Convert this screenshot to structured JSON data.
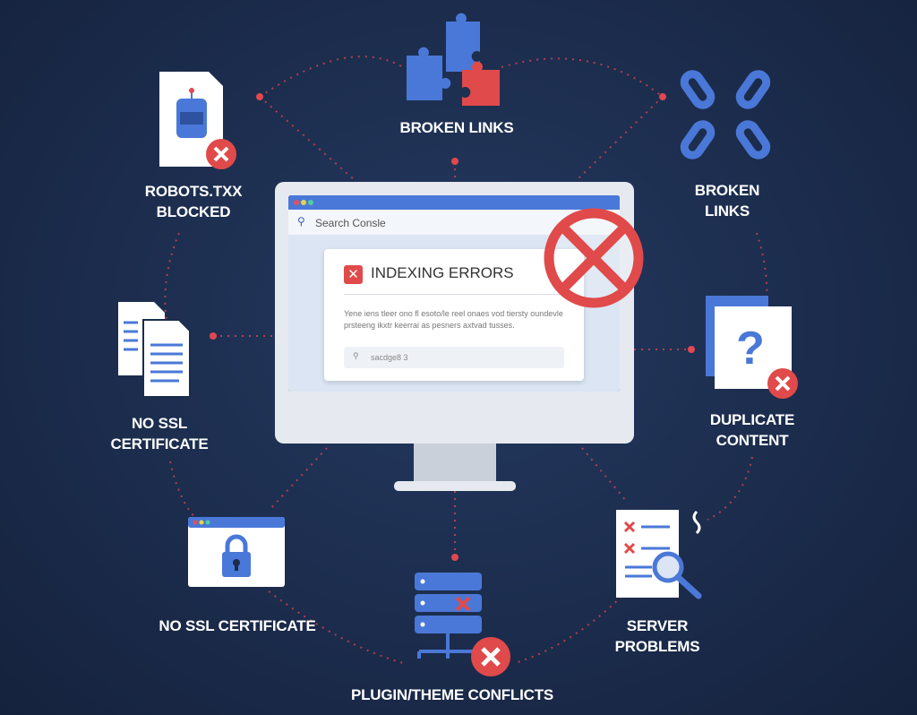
{
  "monitor": {
    "search_label": "Search Consle",
    "card_title": "INDEXING ERRORS",
    "card_text": "Yene iens tleer ono fl esoto/le reel onaes vod tiersty oundevle prsteeng ikxtr keerrai as pesners axtvad tusses.",
    "card_input": "sacdge8 3"
  },
  "issues": [
    {
      "label": "BROKEN LINKS",
      "icon": "puzzle-icon"
    },
    {
      "label1": "ROBOTS.TXX",
      "label2": "BLOCKED",
      "icon": "robot-file-icon"
    },
    {
      "label1": "BROKEN",
      "label2": "LINKS",
      "icon": "broken-chain-icon"
    },
    {
      "label1": "NO SSL",
      "label2": "CERTIFICATE",
      "icon": "documents-icon"
    },
    {
      "label1": "DUPLICATE",
      "label2": "CONTENT",
      "icon": "duplicate-question-icon"
    },
    {
      "label": "NO SSL CERTIFICATE",
      "icon": "browser-lock-icon"
    },
    {
      "label": "PLUGIN/THEME CONFLICTS",
      "icon": "server-icon"
    },
    {
      "label1": "SERVER",
      "label2": "PROBLEMS",
      "icon": "report-search-icon"
    }
  ],
  "colors": {
    "background": "#1b2b4b",
    "accent_blue": "#4a78d8",
    "error_red": "#e04a4a"
  }
}
